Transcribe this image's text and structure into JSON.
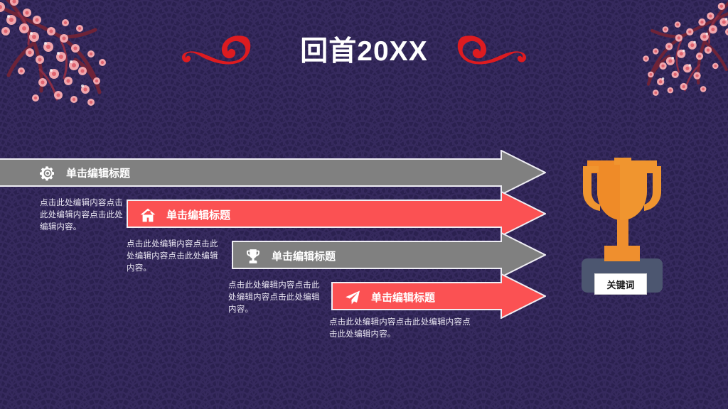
{
  "slide": {
    "title": "回首20XX",
    "background_color": "#2b2150",
    "pattern_color": "#362a5e",
    "accent_red": "#fb5153",
    "accent_gray": "#808080",
    "accent_orange": "#f0912f",
    "trophy_base_color": "#4c5670",
    "decorations": {
      "cloud_left": "auspicious-cloud",
      "cloud_right": "auspicious-cloud",
      "blossom_left": "cherry-blossom-branch",
      "blossom_right": "cherry-blossom-branch"
    }
  },
  "arrows": [
    {
      "icon": "gear-icon",
      "label": "单击编辑标题",
      "color": "#808080",
      "body": "点击此处编辑内容点击此处编辑内容点击此处编辑内容。"
    },
    {
      "icon": "home-icon",
      "label": "单击编辑标题",
      "color": "#fb5153",
      "body": "点击此处编辑内容点击此处编辑内容点击此处编辑内容。"
    },
    {
      "icon": "trophy-icon",
      "label": "单击编辑标题",
      "color": "#808080",
      "body": "点击此处编辑内容点击此处编辑内容点击此处编辑内容。"
    },
    {
      "icon": "send-icon",
      "label": "单击编辑标题",
      "color": "#fb5153",
      "body": "点击此处编辑内容点击此处编辑内容点击此处编辑内容。"
    }
  ],
  "trophy": {
    "icon": "trophy-icon",
    "label": "关键词"
  }
}
